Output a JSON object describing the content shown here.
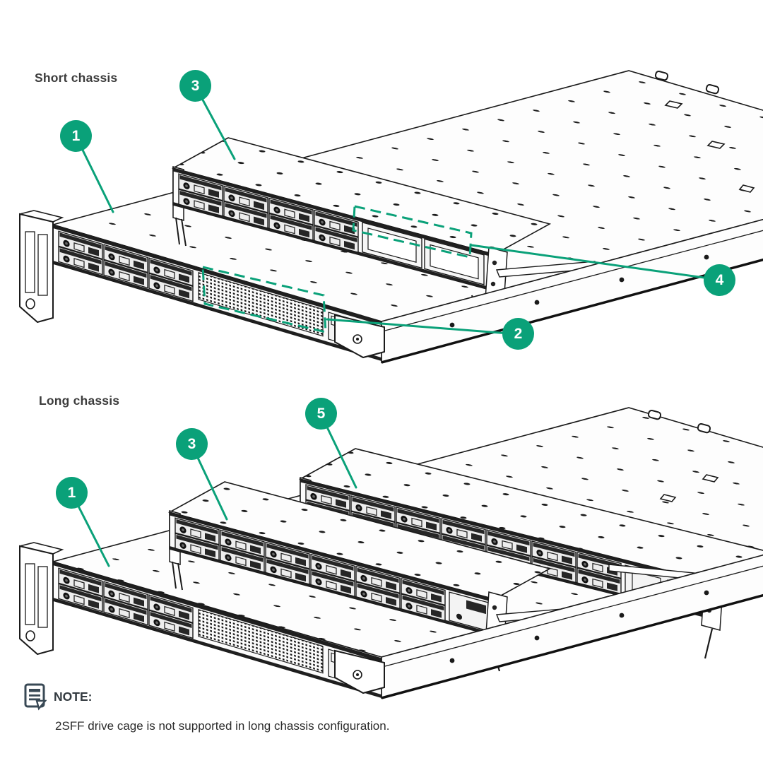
{
  "colors": {
    "accent_green": "#0aa179",
    "line_ink": "#1a1a1a",
    "text_dark": "#3c3c3c"
  },
  "short_section": {
    "label": "Short chassis",
    "callouts": {
      "c1": "1",
      "c2": "2",
      "c3": "3",
      "c4": "4"
    }
  },
  "long_section": {
    "label": "Long chassis",
    "callouts": {
      "c1": "1",
      "c3": "3",
      "c5": "5"
    }
  },
  "note": {
    "title": "NOTE:",
    "body": "2SFF drive cage is not supported in long chassis configuration.",
    "icon": "note-document-icon"
  }
}
